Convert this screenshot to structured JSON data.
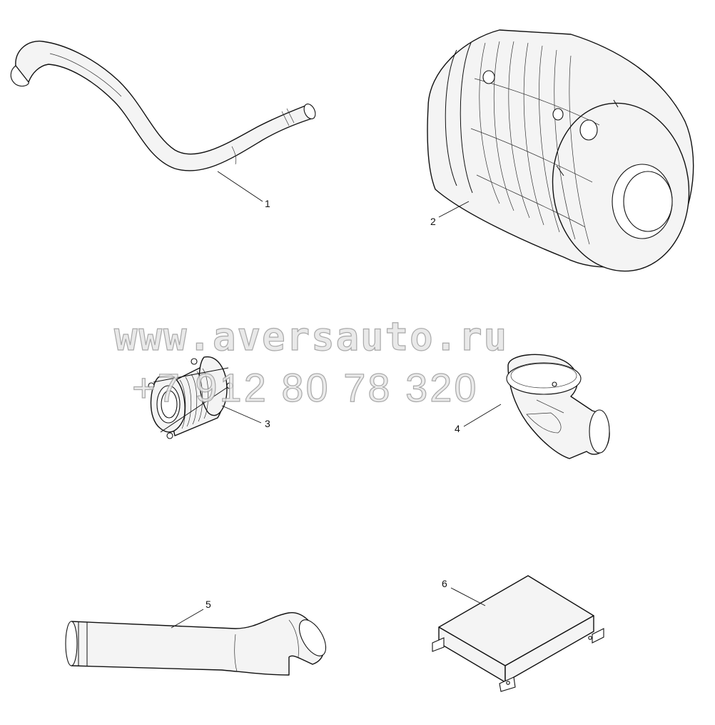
{
  "callouts": {
    "part_1": "1",
    "part_2": "2",
    "part_3": "3",
    "part_4": "4",
    "part_5": "5",
    "part_6": "6"
  },
  "watermark": {
    "site": "www.aversauto.ru",
    "phone": "+7 912 80 78 320"
  }
}
